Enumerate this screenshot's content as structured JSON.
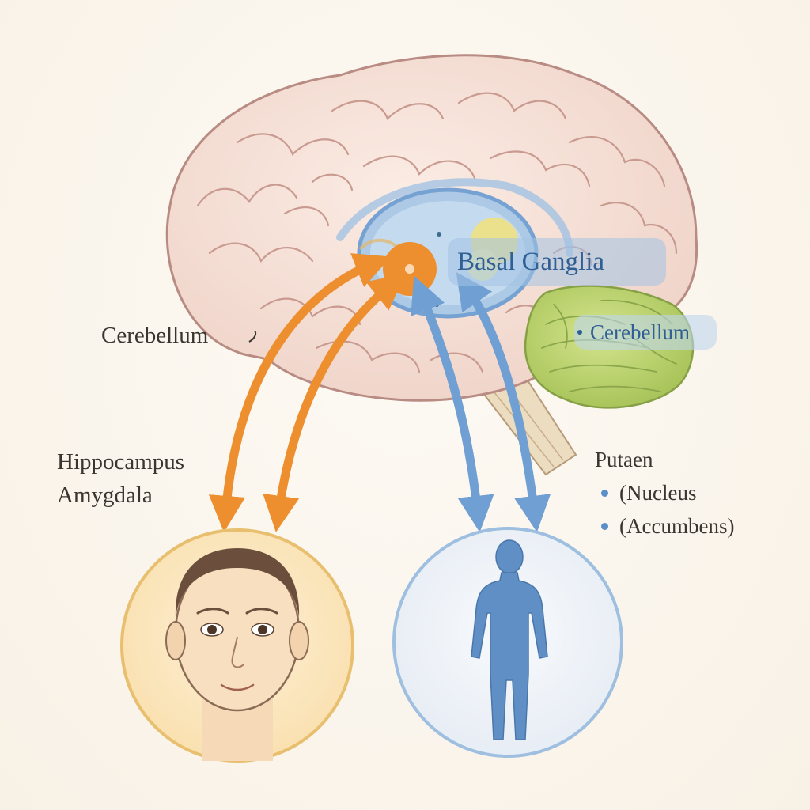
{
  "labels": {
    "basal_ganglia": "Basal Ganglia",
    "cerebellum_right": "Cerebellum",
    "cerebellum_left": "Cerebellum",
    "hippocampus": "Hippocampus",
    "amygdala": "Amygdala",
    "putaen": "Putaen",
    "nucleus": "(Nucleus",
    "accumbens": "(Accumbens)"
  },
  "colors": {
    "background": "#fbf6ee",
    "cortex": "#f3dcd2",
    "cortex_outline": "#b99088",
    "cerebellum": "#b8cf6a",
    "basal_region": "#8fb8e0",
    "orange_arrow": "#ee8f2f",
    "blue_arrow": "#6f9fd3",
    "face_circle": "#fbe6bd",
    "body_circle": "#eef2f7",
    "body_silhouette": "#5f8fc4"
  },
  "icons": {
    "brain": "brain-illustration",
    "face": "face-icon",
    "body": "human-body-icon"
  }
}
